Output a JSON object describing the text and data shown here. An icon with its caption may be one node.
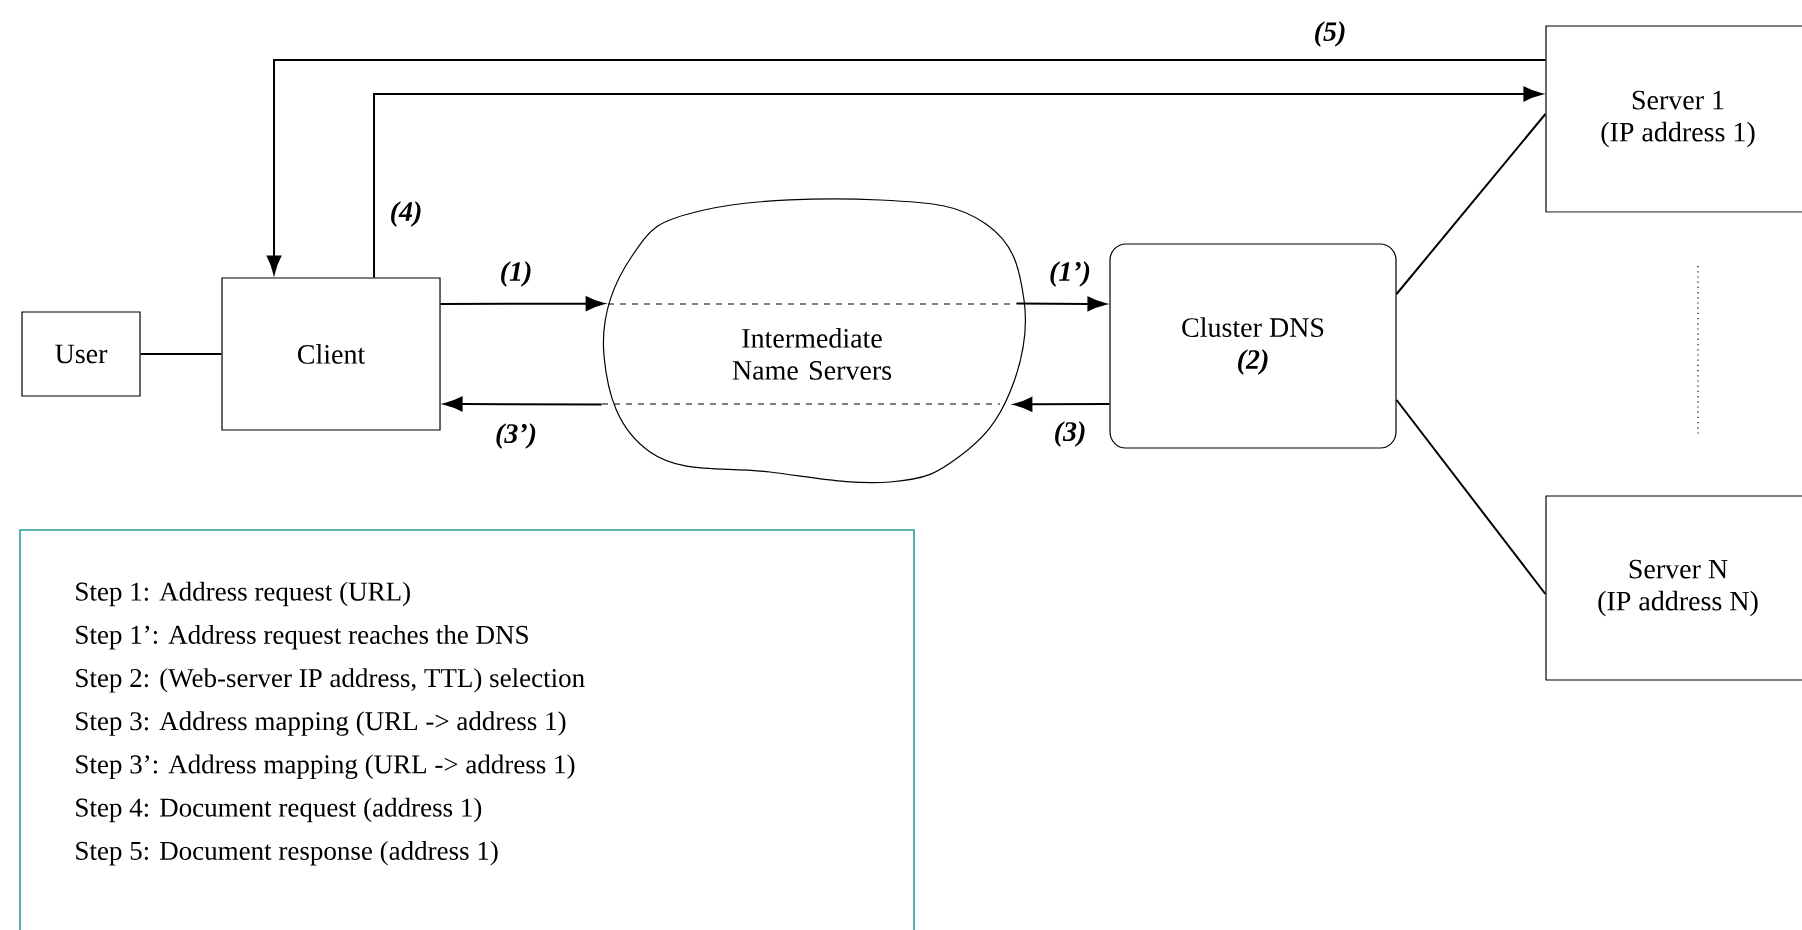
{
  "diagram": {
    "nodes": [
      {
        "text": [
          "User"
        ]
      },
      {
        "text": [
          "Client"
        ]
      },
      {
        "text": [
          "Intermediate Name Servers"
        ]
      },
      {
        "text": [
          "Cluster DNS",
          "(2)"
        ]
      },
      {
        "text": [
          "Server 1",
          "(IP address 1)"
        ]
      },
      {
        "text": [
          "Server N",
          "(IP address N)"
        ]
      },
      {
        "text": [
          "Step 1: Address request (URL)",
          "Step 1’: Address request reaches the DNS",
          "Step 2: (Web-server IP address, TTL) selection",
          "Step 3: Address mapping (URL -> address 1)",
          "Step 3’: Address mapping (URL -> address 1)",
          "Step 4: Document request (address 1)",
          "Step 5: Document response (address 1)"
        ]
      }
    ],
    "edges": [
      {
        "from": 0,
        "to": 1,
        "arrow": "none"
      },
      {
        "from": 1,
        "to": 2,
        "arrow": "to",
        "label": "(1)"
      },
      {
        "from": 2,
        "to": 3,
        "arrow": "to",
        "label": "(1’)"
      },
      {
        "from": 3,
        "to": 2,
        "arrow": "to",
        "label": "(3)"
      },
      {
        "from": 2,
        "to": 1,
        "arrow": "to",
        "label": "(3’)"
      },
      {
        "from": 1,
        "to": 4,
        "arrow": "to",
        "label": "(4)"
      },
      {
        "from": 4,
        "to": 1,
        "arrow": "to",
        "label": "(5)"
      },
      {
        "from": 3,
        "to": 4,
        "arrow": "none"
      },
      {
        "from": 3,
        "to": 5,
        "arrow": "none"
      }
    ]
  }
}
